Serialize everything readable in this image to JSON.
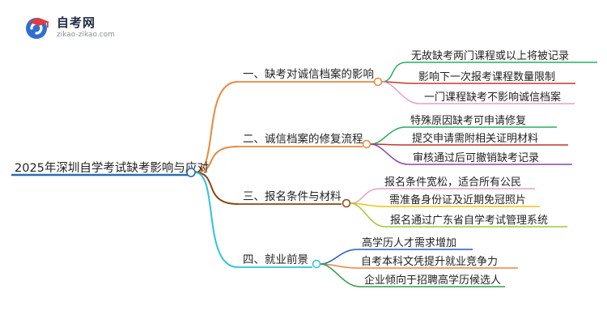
{
  "logo": {
    "title": "自考网",
    "url": "zikao-zikao.com"
  },
  "root": {
    "label": "2025年深圳自学考试缺考影响与应对",
    "color": "#2b6cb0"
  },
  "branches": [
    {
      "label": "一、缺考对诚信档案的影响",
      "color": "#e8883a",
      "children": [
        {
          "label": "无故缺考两门课程或以上将被记录",
          "color": "#27ae60"
        },
        {
          "label": "影响下一次报考课程数量限制",
          "color": "#c0392b"
        },
        {
          "label": "一门课程缺考不影响诚信档案",
          "color": "#e6a0c4"
        }
      ]
    },
    {
      "label": "二、诚信档案的修复流程",
      "color": "#e8883a",
      "children": [
        {
          "label": "特殊原因缺考可申请修复",
          "color": "#27ae60"
        },
        {
          "label": "提交申请需附相关证明材料",
          "color": "#c0392b"
        },
        {
          "label": "审核通过后可撤销缺考记录",
          "color": "#8e44ad"
        }
      ]
    },
    {
      "label": "三、报名条件与材料",
      "color": "#8b4513",
      "children": [
        {
          "label": "报名条件宽松，适合所有公民",
          "color": "#e6a0c4"
        },
        {
          "label": "需准备身份证及近期免冠照片",
          "color": "#f1c40f"
        },
        {
          "label": "报名通过广东省自学考试管理系统",
          "color": "#9acd32"
        }
      ]
    },
    {
      "label": "四、就业前景",
      "color": "#2ec4d6",
      "children": [
        {
          "label": "高学历人才需求增加",
          "color": "#1f5fbf"
        },
        {
          "label": "自考本科文凭提升就业竞争力",
          "color": "#e8883a"
        },
        {
          "label": "企业倾向于招聘高学历候选人",
          "color": "#2e9e44"
        }
      ]
    }
  ]
}
